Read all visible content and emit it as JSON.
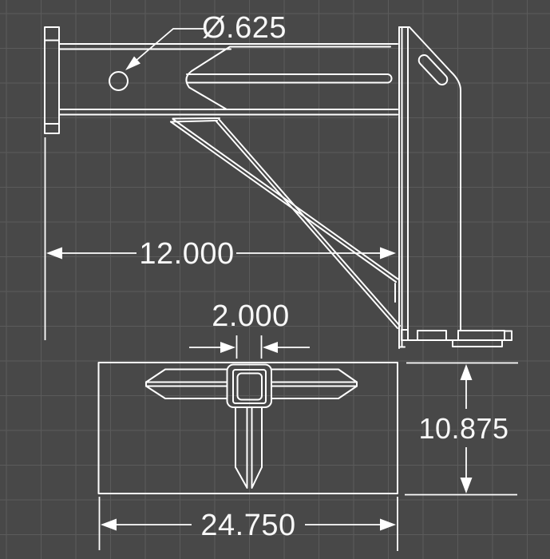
{
  "meta": {
    "type": "technical-drawing",
    "views": [
      "side-view",
      "top-view"
    ]
  },
  "colors": {
    "background": "#484848",
    "grid": "#5b5b5b",
    "line": "#ffffff",
    "text": "#f8f8f8"
  },
  "dimensions": {
    "hole_diameter": {
      "label": "Ø.625",
      "value": 0.625
    },
    "tube_length": {
      "label": "12.000",
      "value": 12
    },
    "receiver_opening": {
      "label": "2.000",
      "value": 2
    },
    "plate_depth": {
      "label": "10.875",
      "value": 10.875
    },
    "plate_width": {
      "label": "24.750",
      "value": 24.75
    }
  }
}
